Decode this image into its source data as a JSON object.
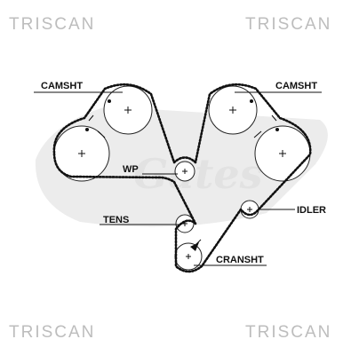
{
  "watermarks": {
    "top_left": "TRISCAN",
    "top_right": "TRISCAN",
    "bottom_left": "TRISCAN",
    "bottom_right": "TRISCAN"
  },
  "labels": {
    "camshaft_left": "CAMSHT",
    "camshaft_right": "CAMSHT",
    "water_pump": "WP",
    "tensioner": "TENS",
    "idler": "IDLER",
    "crankshaft": "CRANSHT"
  },
  "colors": {
    "belt": "#111111",
    "watermark": "#bdbdbd",
    "gates_logo": "#e6e6e6",
    "label": "#111111"
  }
}
